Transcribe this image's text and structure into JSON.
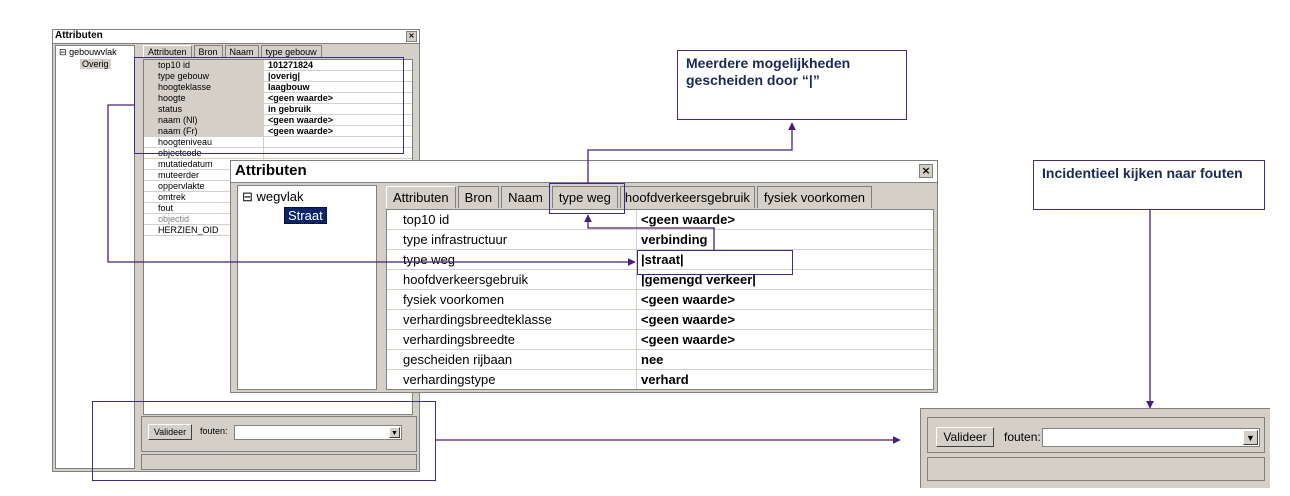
{
  "colors": {
    "window_bg": "#d4d0c8",
    "callout_text": "#1b2a55",
    "line": "#4b1d7a",
    "highlight_box": "#3a2a8c"
  },
  "small_window": {
    "title": "Attributen",
    "close": "×",
    "tree": {
      "root": "gebouwvlak",
      "expander": "⊟",
      "child": "Overig"
    },
    "tabs": [
      "Attributen",
      "Bron",
      "Naam",
      "type gebouw"
    ],
    "rows": [
      {
        "key": "top10 id",
        "value": "101271824"
      },
      {
        "key": "type gebouw",
        "value": "|overig|"
      },
      {
        "key": "hoogteklasse",
        "value": "laagbouw"
      },
      {
        "key": "hoogte",
        "value": "<geen waarde>"
      },
      {
        "key": "status",
        "value": "in gebruik"
      },
      {
        "key": "naam (Nl)",
        "value": "<geen waarde>"
      },
      {
        "key": "naam (Fr)",
        "value": "<geen waarde>"
      },
      {
        "key": "hoogteniveau",
        "value": ""
      },
      {
        "key": "objectcode",
        "value": ""
      },
      {
        "key": "mutatiedatum",
        "value": ""
      },
      {
        "key": "muteerder",
        "value": ""
      },
      {
        "key": "oppervlakte",
        "value": ""
      },
      {
        "key": "omtrek",
        "value": ""
      },
      {
        "key": "fout",
        "value": ""
      },
      {
        "key": "objectid",
        "value": ""
      },
      {
        "key": "HERZIEN_OID",
        "value": ""
      }
    ],
    "validate_button": "Valideer",
    "errors_label": "fouten:",
    "errors_value": ""
  },
  "large_window": {
    "title": "Attributen",
    "close": "×",
    "tree": {
      "root": "wegvlak",
      "expander": "⊟",
      "child": "Straat"
    },
    "tabs": [
      "Attributen",
      "Bron",
      "Naam",
      "type weg",
      "hoofdverkeersgebruik",
      "fysiek voorkomen"
    ],
    "rows": [
      {
        "key": "top10 id",
        "value": "<geen waarde>"
      },
      {
        "key": "type infrastructuur",
        "value": "verbinding"
      },
      {
        "key": "type weg",
        "value": "|straat|"
      },
      {
        "key": "hoofdverkeersgebruik",
        "value": "|gemengd verkeer|"
      },
      {
        "key": "fysiek voorkomen",
        "value": "<geen waarde>"
      },
      {
        "key": "verhardingsbreedteklasse",
        "value": "<geen waarde>"
      },
      {
        "key": "verhardingsbreedte",
        "value": "<geen waarde>"
      },
      {
        "key": "gescheiden rijbaan",
        "value": "nee"
      },
      {
        "key": "verhardingstype",
        "value": "verhard"
      }
    ]
  },
  "right_panel": {
    "validate_button": "Valideer",
    "errors_label": "fouten:",
    "errors_value": ""
  },
  "callouts": {
    "multiple": "Meerdere mogelijkheden gescheiden door “|”",
    "incidental": "Incidentieel kijken naar fouten"
  }
}
